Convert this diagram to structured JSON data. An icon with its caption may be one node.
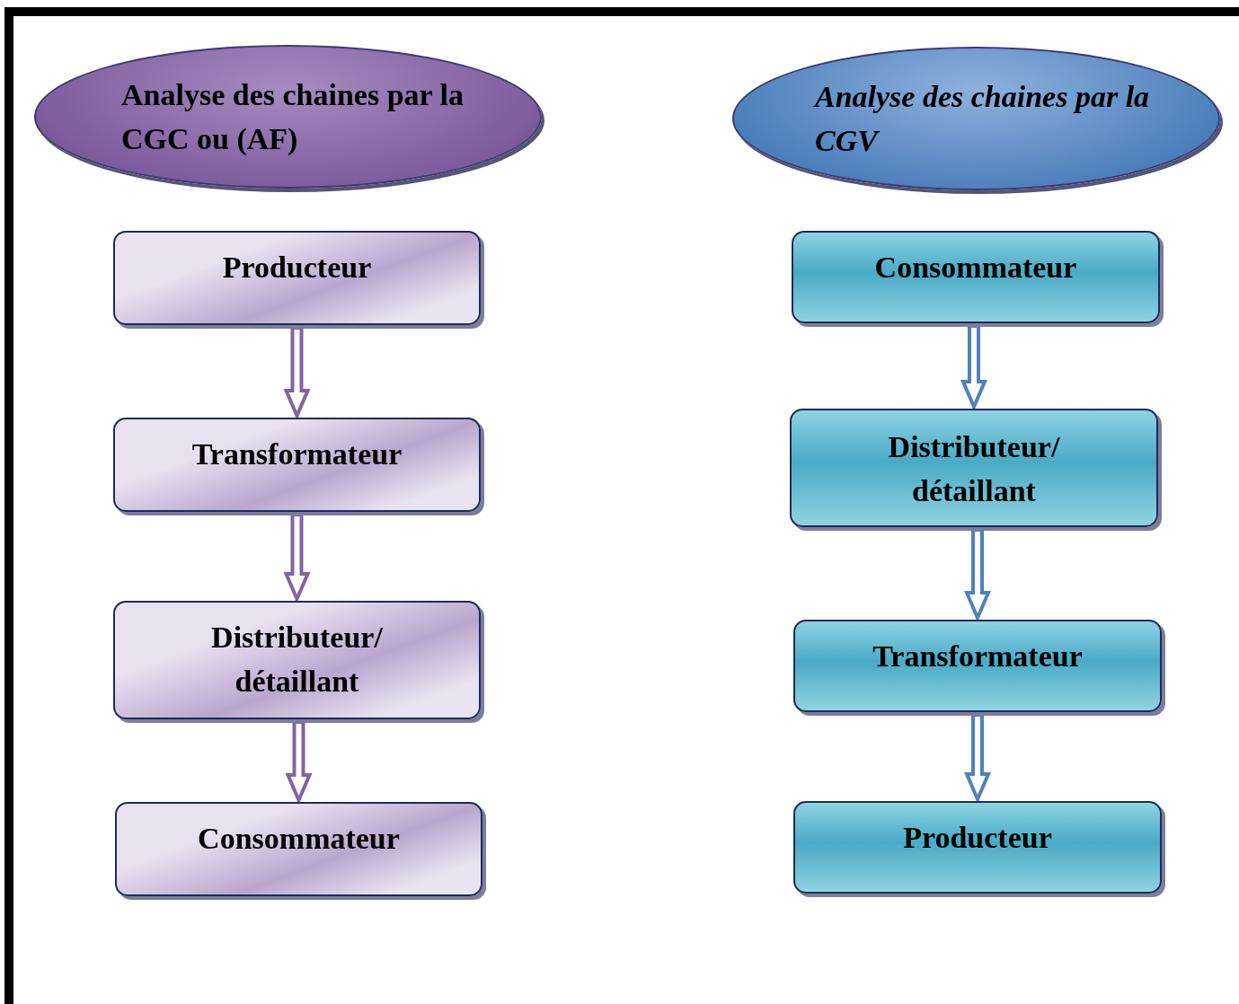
{
  "diagram": {
    "nodes": [
      {
        "text": [
          "Analyse des chaines par la CGC ou (AF)"
        ]
      },
      {
        "text": [
          "Producteur"
        ]
      },
      {
        "text": [
          "Transformateur"
        ]
      },
      {
        "text": [
          "Distributeur/ détaillant"
        ]
      },
      {
        "text": [
          "Consommateur"
        ]
      },
      {
        "text": [
          "Analyse des chaines par la CGV"
        ]
      },
      {
        "text": [
          "Consommateur"
        ]
      },
      {
        "text": [
          "Distributeur/ détaillant"
        ]
      },
      {
        "text": [
          "Transformateur"
        ]
      },
      {
        "text": [
          "Producteur"
        ]
      }
    ],
    "edges": [
      {
        "from": 1,
        "to": 2,
        "arrow": "to"
      },
      {
        "from": 2,
        "to": 3,
        "arrow": "to"
      },
      {
        "from": 3,
        "to": 4,
        "arrow": "to"
      },
      {
        "from": 6,
        "to": 7,
        "arrow": "to",
        "color": "#4f81bd"
      },
      {
        "from": 7,
        "to": 8,
        "arrow": "to",
        "color": "#4f81bd"
      },
      {
        "from": 8,
        "to": 9,
        "arrow": "to",
        "color": "#4f81bd"
      }
    ]
  }
}
